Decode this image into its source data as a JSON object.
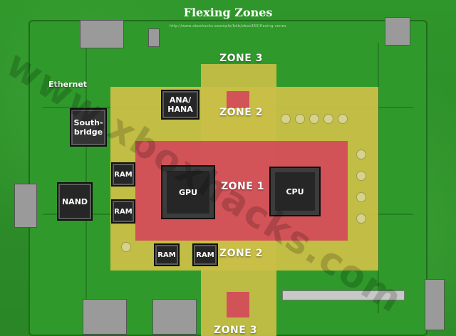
{
  "header": {
    "title": "Flexing Zones",
    "subtitle": "http://www.xboxhacks.example/bdb/xbox360/flexing-zones"
  },
  "watermark": "www.xboxhacks.com",
  "zones": {
    "zone1": "ZONE 1",
    "zone2_top": "ZONE 2",
    "zone2_bottom": "ZONE 2",
    "zone3_top": "ZONE 3",
    "zone3_bottom": "ZONE 3"
  },
  "components": {
    "ethernet": "Ethernet",
    "southbridge": "South-\nbridge",
    "ana_hana": "ANA/\nHANA",
    "nand": "NAND",
    "ram_left_1": "RAM",
    "ram_left_2": "RAM",
    "ram_bottom_1": "RAM",
    "ram_bottom_2": "RAM",
    "gpu": "GPU",
    "cpu": "CPU"
  },
  "colors": {
    "zone1": "#d24a5a",
    "zone2": "#c9bf47",
    "zone3": "#c9bf47",
    "board": "#2e8a2a"
  }
}
